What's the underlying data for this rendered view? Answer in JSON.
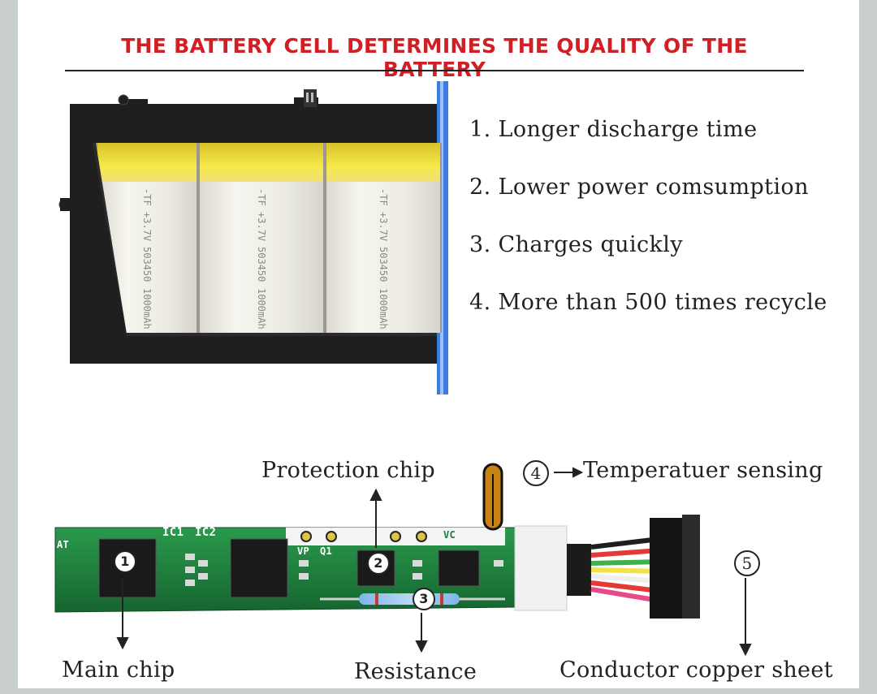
{
  "header": {
    "title": "THE BATTERY CELL DETERMINES THE QUALITY OF THE BATTERY"
  },
  "features": [
    "1. Longer discharge time",
    "2. Lower power comsumption",
    "3. Charges quickly",
    "4. More than 500 times recycle"
  ],
  "cells": [
    {
      "text_a": "-TF",
      "text_b": "+3.7V",
      "model": "503450",
      "capacity": "1000mAh"
    },
    {
      "text_a": "-TF",
      "text_b": "+3.7V",
      "model": "503450",
      "capacity": "1000mAh"
    },
    {
      "text_a": "-TF",
      "text_b": "+3.7V",
      "model": "503450",
      "capacity": "1000mAh"
    }
  ],
  "board": {
    "silk_ic1": "IC1",
    "silk_ic2": "IC2",
    "silk_at": "AT",
    "silk_vp": "VP",
    "silk_q1": "Q1",
    "silk_vc": "VC"
  },
  "callouts": {
    "protection_chip": "Protection chip",
    "temperature": "Temperatuer sensing",
    "main_chip": "Main chip",
    "resistance": "Resistance",
    "conductor": "Conductor copper sheet"
  },
  "markers": [
    "1",
    "2",
    "3",
    "4",
    "5"
  ],
  "colors": {
    "headline": "#d11f26",
    "frame": "#222222",
    "cell_top": "#f2e23a",
    "cell_body": "#eceae0",
    "pcb": "#1c7a3a",
    "border": "#c9cfcf"
  }
}
